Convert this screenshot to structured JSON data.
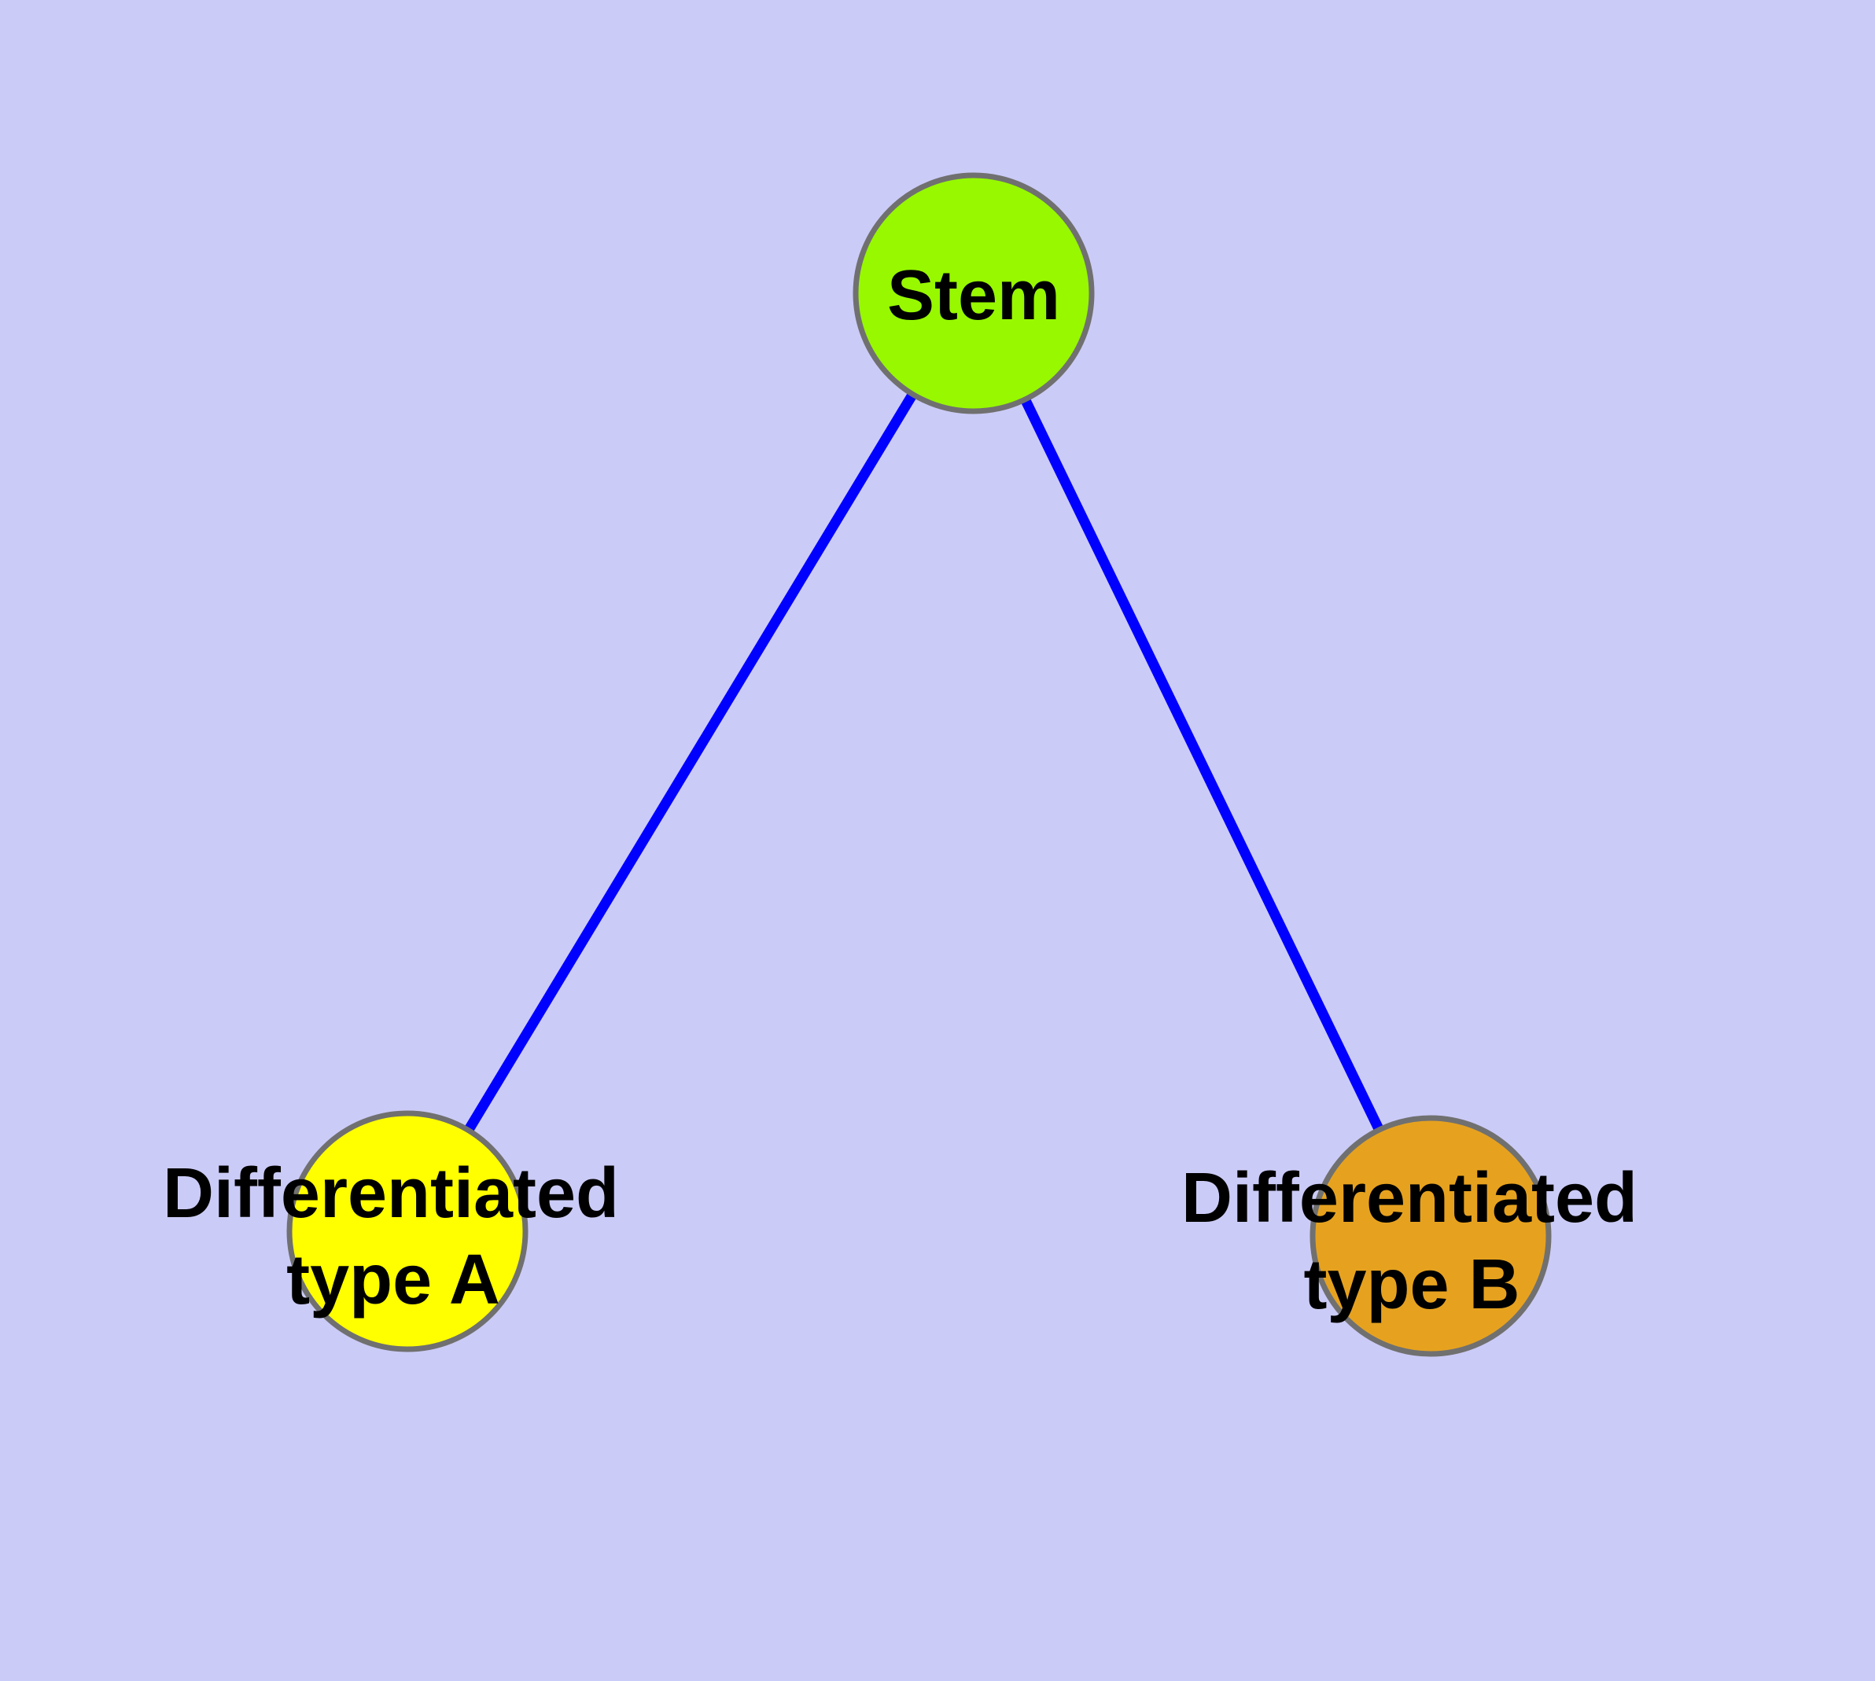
{
  "canvas": {
    "background": "#CBCBF7"
  },
  "graph": {
    "node_border_color": "#707070",
    "label_color": "#000000",
    "nodes": [
      {
        "id": "stem",
        "shape": "circle",
        "fill": "#97F800",
        "label": "Stem"
      },
      {
        "id": "type_a",
        "shape": "circle",
        "fill": "#FFFF00",
        "label": "Differentiated type A",
        "label_lines": [
          "Differentiated",
          "type A"
        ]
      },
      {
        "id": "type_b",
        "shape": "circle",
        "fill": "#E6A21F",
        "label": "Differentiated type B",
        "label_lines": [
          "Differentiated",
          "type B"
        ]
      }
    ],
    "edges": [
      {
        "from": "stem",
        "to": "type_a",
        "color": "#0000FF"
      },
      {
        "from": "stem",
        "to": "type_b",
        "color": "#0000FF"
      }
    ]
  }
}
